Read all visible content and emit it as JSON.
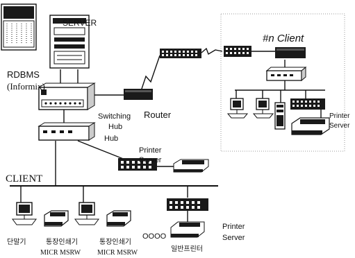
{
  "labels": {
    "server": "SERVER",
    "rdbms_line1": "RDBMS",
    "rdbms_line2": "(Informix)",
    "switching_hub_line1": "Switching",
    "switching_hub_line2": "Hub",
    "router": "Router",
    "hub": "Hub",
    "printer_server_mid_line1": "Printer",
    "printer_server_mid_line2": "Server",
    "client": "CLIENT",
    "n_client": "#n Client",
    "printer_server_right_line1": "Printer",
    "printer_server_right_line2": "Server",
    "printer_server_bottom_line1": "Printer",
    "printer_server_bottom_line2": "Server",
    "terminal": "단말기",
    "passbook_printer_1_line1": "통장인쇄기",
    "passbook_printer_1_line2": "MICR MSRW",
    "passbook_printer_2_line1": "통장인쇄기",
    "passbook_printer_2_line2": "MICR MSRW",
    "dots": "OOOO",
    "general_printer": "일반프린터"
  },
  "colors": {
    "line": "#111111",
    "device_dark": "#1a1a1a",
    "device_light": "#ffffff",
    "dashed_border": "#9a9a9a"
  }
}
